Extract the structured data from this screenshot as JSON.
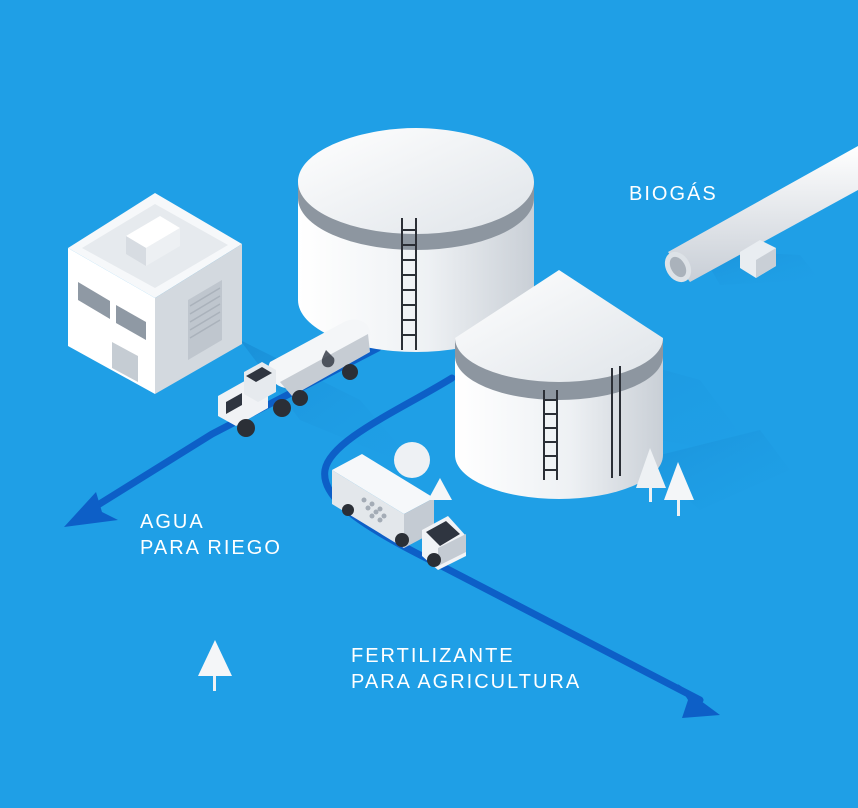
{
  "labels": {
    "biogas": "BIOGÁS",
    "agua_line1": "AGUA",
    "agua_line2": "PARA RIEGO",
    "fertilizante_line1": "FERTILIZANTE",
    "fertilizante_line2": "PARA AGRICULTURA"
  },
  "colors": {
    "background": "#1f9fe6",
    "flow_arrow": "#0d5fc7",
    "structure": "#f4f6f8",
    "tank_band": "#8d96a0"
  },
  "icons": [
    "building-icon",
    "storage-tank-icon",
    "digester-tank-icon",
    "biogas-pipe-icon",
    "tanker-truck-icon",
    "cargo-truck-icon",
    "tree-icon",
    "flow-arrow-icon"
  ]
}
